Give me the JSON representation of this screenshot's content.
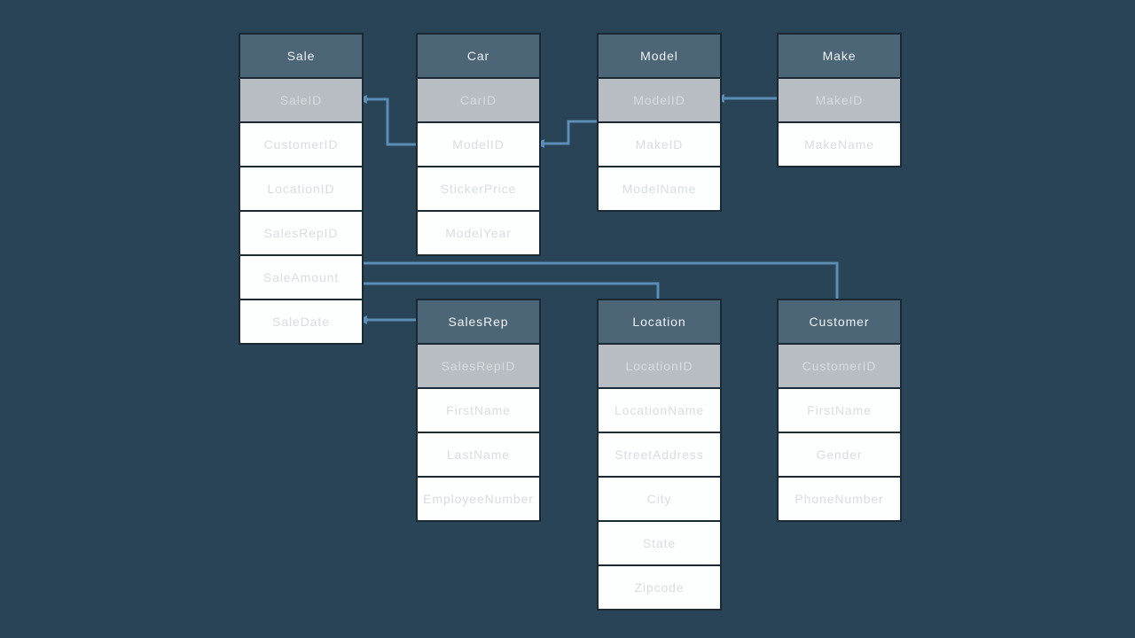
{
  "diagram": {
    "background_color": "#2a4457",
    "table_header_color": "#4c6577",
    "primary_key_row_color": "#b7bdc3",
    "field_row_color": "#fdfefe",
    "border_color": "#1a2934",
    "connector_color": "#5b8db6"
  },
  "tables": [
    {
      "name": "Sale",
      "pk": "SaleID",
      "fields": [
        "CustomerID",
        "LocationID",
        "SalesRepID",
        "SaleAmount",
        "SaleDate"
      ]
    },
    {
      "name": "Car",
      "pk": "CarID",
      "fields": [
        "ModelID",
        "StickerPrice",
        "ModelYear"
      ]
    },
    {
      "name": "Model",
      "pk": "ModelID",
      "fields": [
        "MakeID",
        "ModelName"
      ]
    },
    {
      "name": "Make",
      "pk": "MakeID",
      "fields": [
        "MakeName"
      ]
    },
    {
      "name": "SalesRep",
      "pk": "SalesRepID",
      "fields": [
        "FirstName",
        "LastName",
        "EmployeeNumber"
      ]
    },
    {
      "name": "Location",
      "pk": "LocationID",
      "fields": [
        "LocationName",
        "StreetAddress",
        "City",
        "State",
        "Zipcode"
      ]
    },
    {
      "name": "Customer",
      "pk": "CustomerID",
      "fields": [
        "FirstName",
        "Gender",
        "PhoneNumber"
      ]
    }
  ],
  "relationships": [
    {
      "from": "Sale.SaleID",
      "to": "Car.ModelID",
      "arrow_at": "Sale.SaleID"
    },
    {
      "from": "Car.ModelID",
      "to": "Model.ModelID",
      "arrow_at": "Car.ModelID"
    },
    {
      "from": "Model.ModelID",
      "to": "Make.MakeID",
      "arrow_at": "Model.ModelID"
    },
    {
      "from": "Sale.SaleAmount",
      "to": "Customer",
      "arrow_at": null
    },
    {
      "from": "Sale.SaleAmount",
      "to": "Location",
      "arrow_at": null
    },
    {
      "from": "Sale.SaleDate",
      "to": "SalesRep",
      "arrow_at": "Sale.SaleDate"
    }
  ]
}
